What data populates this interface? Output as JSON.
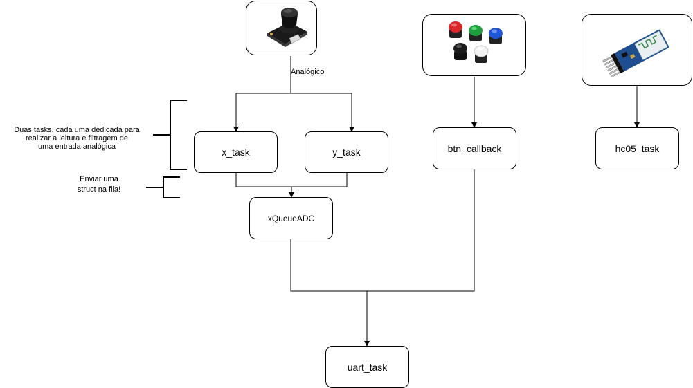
{
  "nodes": {
    "x_task": "x_task",
    "y_task": "y_task",
    "btn_callback": "btn_callback",
    "hc05_task": "hc05_task",
    "xqueue": "xQueueADC",
    "uart_task": "uart_task"
  },
  "images": {
    "joystick": "joystick-module",
    "buttons": "push-buttons",
    "bluetooth": "hc05-bluetooth-module"
  },
  "labels": {
    "analogico": "Analógico",
    "tasks_note": "Duas tasks, cada uma dedicada para\nrealizar a leitura e filtragem de\numa entrada analógica",
    "queue_note": "Enviar uma\nstruct na fila!"
  },
  "colors": {
    "stroke": "#000000",
    "button_red": "#d9262b",
    "button_green": "#1e9e3d",
    "button_blue": "#1f56d6",
    "button_black": "#1a1a1a",
    "button_white": "#f2f2f2",
    "board_blue": "#1e4e8f"
  }
}
